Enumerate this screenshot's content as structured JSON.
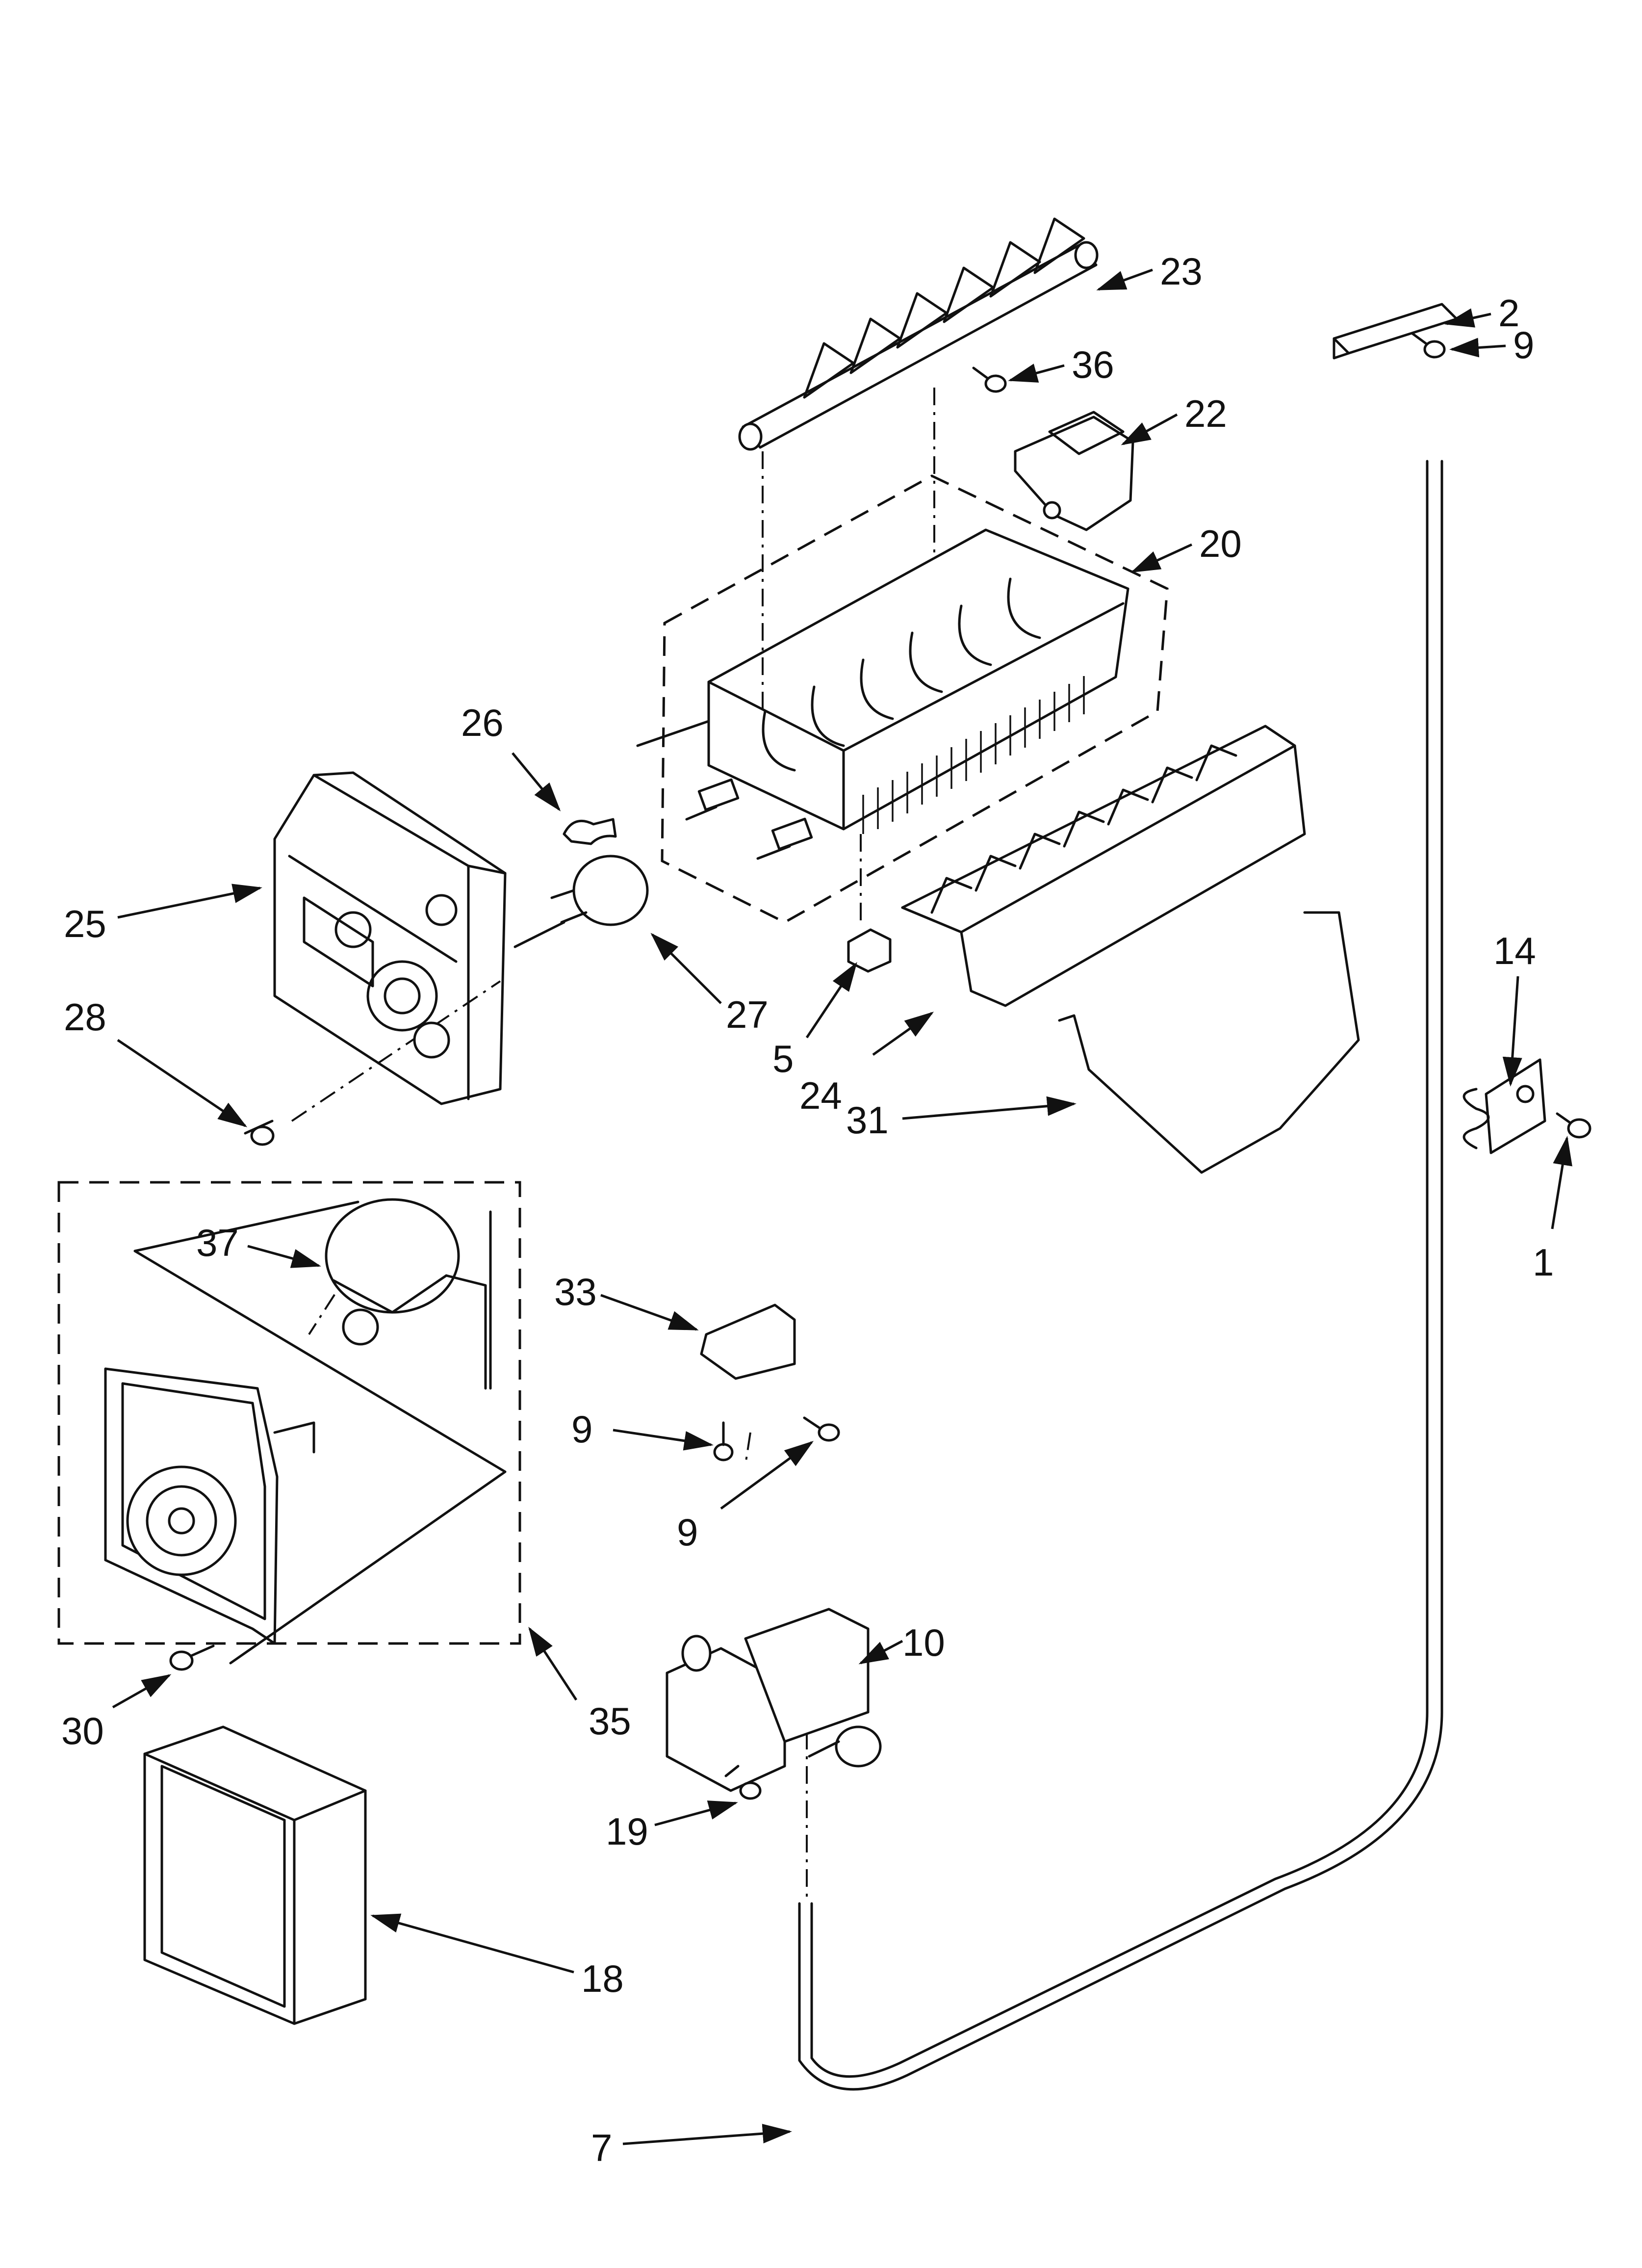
{
  "callouts": [
    {
      "id": "c23",
      "label": "23"
    },
    {
      "id": "c2",
      "label": "2"
    },
    {
      "id": "c9a",
      "label": "9"
    },
    {
      "id": "c36",
      "label": "36"
    },
    {
      "id": "c22",
      "label": "22"
    },
    {
      "id": "c20",
      "label": "20"
    },
    {
      "id": "c26",
      "label": "26"
    },
    {
      "id": "c25",
      "label": "25"
    },
    {
      "id": "c27",
      "label": "27"
    },
    {
      "id": "c5",
      "label": "5"
    },
    {
      "id": "c24",
      "label": "24"
    },
    {
      "id": "c31",
      "label": "31"
    },
    {
      "id": "c14",
      "label": "14"
    },
    {
      "id": "c28",
      "label": "28"
    },
    {
      "id": "c1",
      "label": "1"
    },
    {
      "id": "c37",
      "label": "37"
    },
    {
      "id": "c33",
      "label": "33"
    },
    {
      "id": "c9b",
      "label": "9"
    },
    {
      "id": "c9c",
      "label": "9"
    },
    {
      "id": "c10",
      "label": "10"
    },
    {
      "id": "c30",
      "label": "30"
    },
    {
      "id": "c35",
      "label": "35"
    },
    {
      "id": "c19",
      "label": "19"
    },
    {
      "id": "c18",
      "label": "18"
    },
    {
      "id": "c7",
      "label": "7"
    }
  ]
}
